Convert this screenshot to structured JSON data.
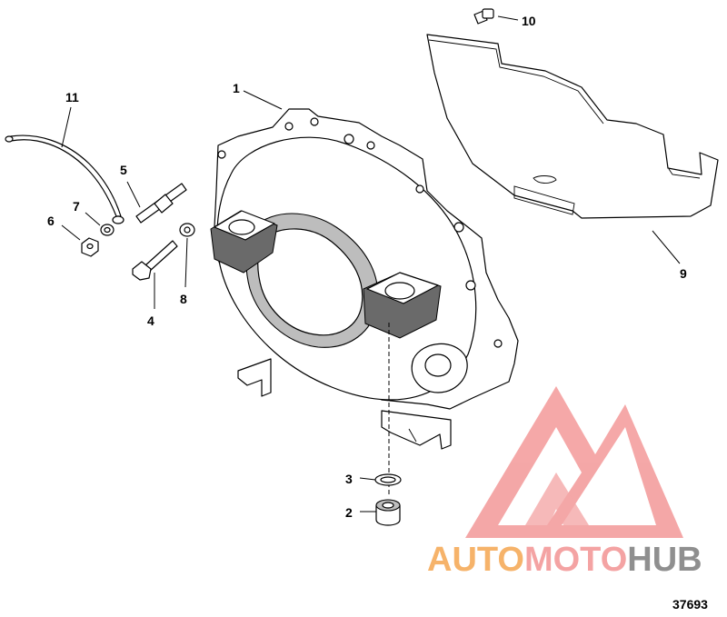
{
  "callouts": [
    "1",
    "2",
    "3",
    "4",
    "5",
    "6",
    "7",
    "8",
    "9",
    "10",
    "11"
  ],
  "figure_number": "37693",
  "watermark": {
    "part1": "AUTO",
    "part2": "MOTO",
    "part3": "HUB",
    "colors": {
      "orange": "#f6b36a",
      "pink": "#f4a3a3",
      "gray": "#8f8f8f"
    }
  }
}
